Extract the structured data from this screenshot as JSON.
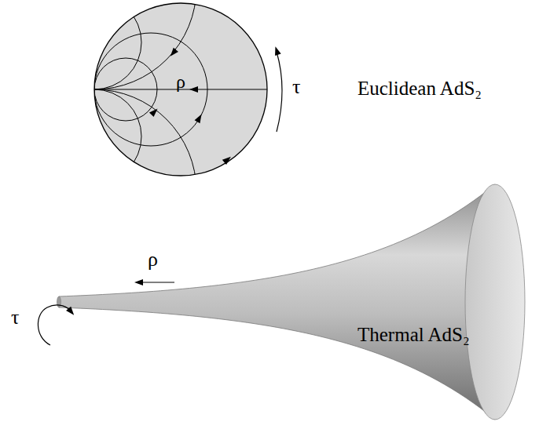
{
  "diagram": {
    "labels": [
      "τ",
      "ρ",
      "Euclidean AdS₂",
      "ρ",
      "τ",
      "Thermal AdS₂"
    ]
  }
}
